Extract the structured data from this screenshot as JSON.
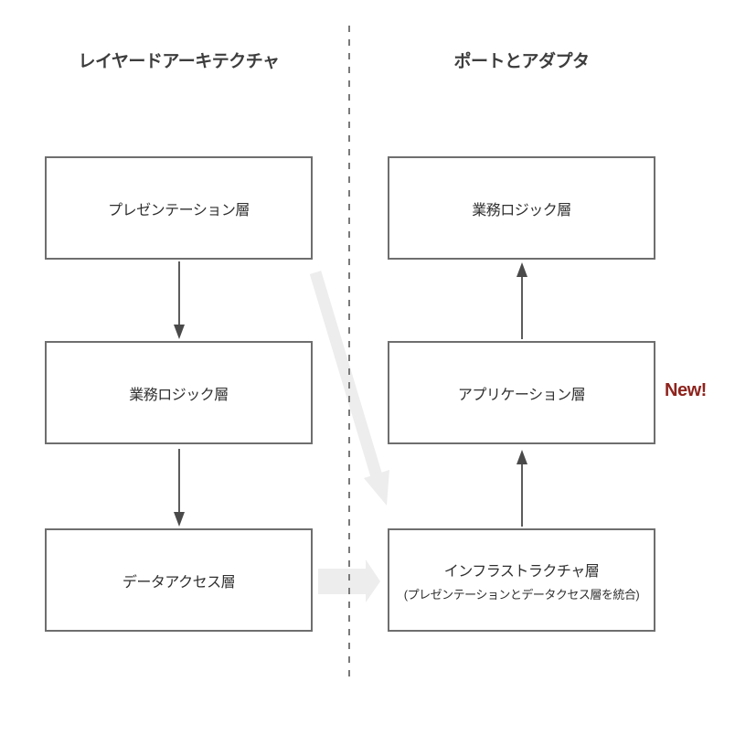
{
  "diagram": {
    "left_panel": {
      "title": "レイヤードアーキテクチャ",
      "boxes": [
        {
          "label": "プレゼンテーション層"
        },
        {
          "label": "業務ロジック層"
        },
        {
          "label": "データアクセス層"
        }
      ],
      "flow_direction": "down"
    },
    "right_panel": {
      "title": "ポートとアダプタ",
      "boxes": [
        {
          "label": "業務ロジック層"
        },
        {
          "label": "アプリケーション層"
        },
        {
          "label": "インフラストラクチャ層",
          "sublabel": "(プレゼンテーションとデータクセス層を統合)"
        }
      ],
      "flow_direction": "up"
    },
    "badge": {
      "text": "New!",
      "color": "#8e231d"
    },
    "colors": {
      "background": "#ffffff",
      "box_fill": "#ffffff",
      "box_border": "#6e6e6e",
      "text": "#2f2f2f",
      "title_text": "#3d3d3d",
      "connector_line": "#5c5c5c",
      "connector_head": "#4a4a4a",
      "divider_dash": "#7a7a7a",
      "highlight_arrow": "#ededed"
    }
  }
}
